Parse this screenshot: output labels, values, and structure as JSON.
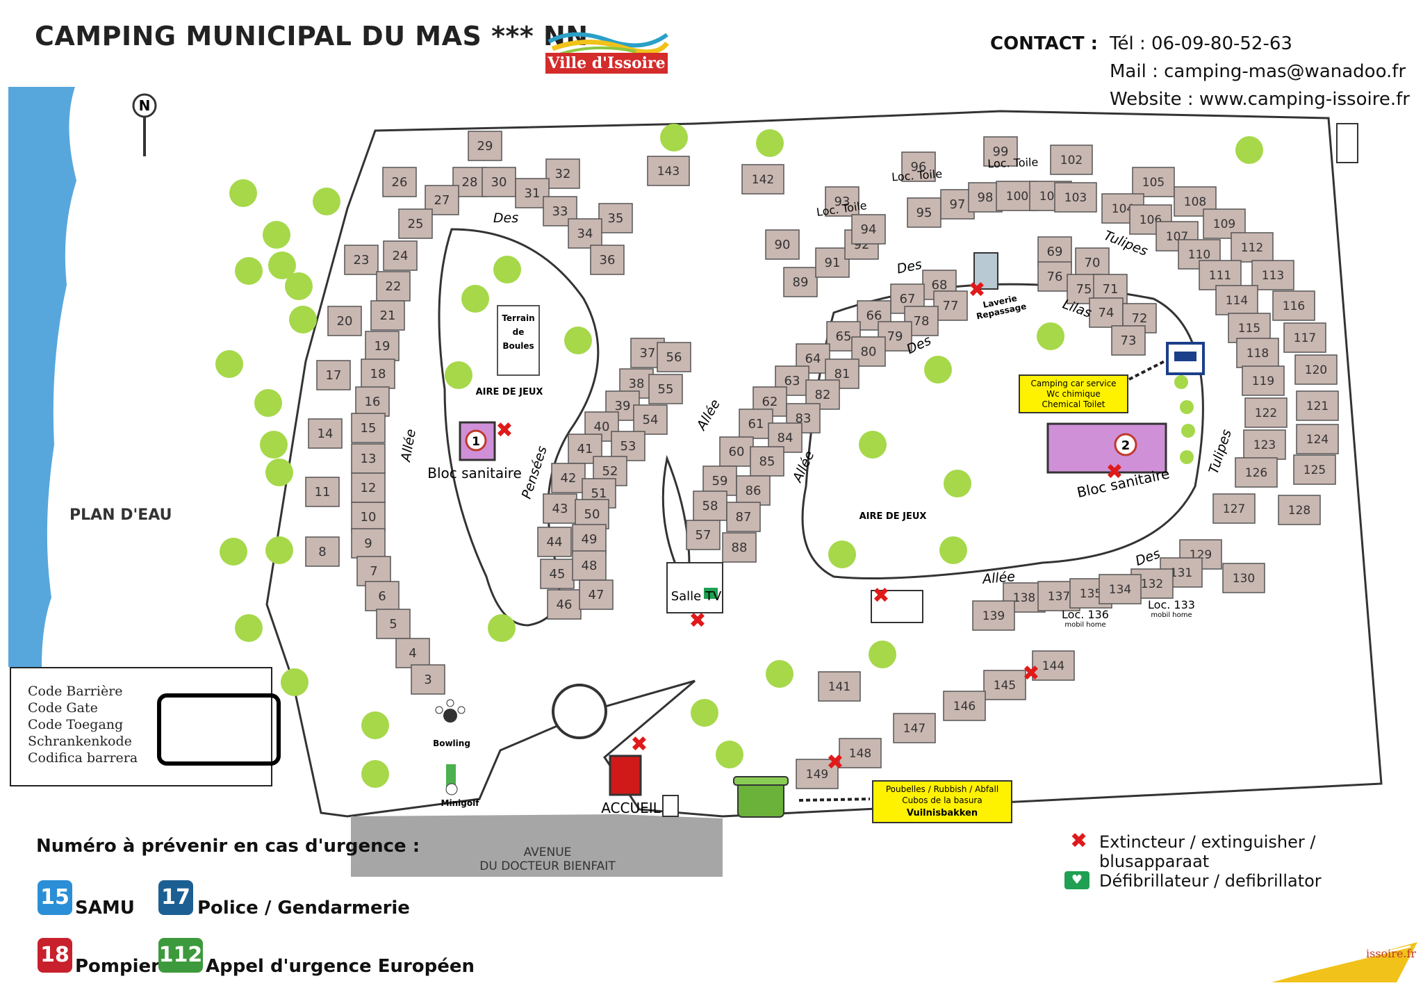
{
  "header": {
    "title": "CAMPING MUNICIPAL DU MAS *** NN",
    "logo_text": "Ville d'Issoire",
    "contact_label": "CONTACT :",
    "phone": "Tél : 06-09-80-52-63",
    "mail": "Mail : camping-mas@wanadoo.fr",
    "website": "Website : www.camping-issoire.fr"
  },
  "map": {
    "north": "N",
    "plan_deau": "PLAN D'EAU",
    "avenue": [
      "AVENUE",
      "DU DOCTEUR BIENFAIT"
    ],
    "terrain_boules": [
      "Terrain",
      "de",
      "Boules"
    ],
    "aire_de_jeux_1": "AIRE DE JEUX",
    "aire_de_jeux_2": "AIRE DE JEUX",
    "bloc_sanitaire_1": "Bloc sanitaire",
    "bloc_sanitaire_2": "Bloc sanitaire",
    "bloc_num_1": "1",
    "bloc_num_2": "2",
    "salle_tv": "Salle TV",
    "accueil": "ACCUEIL",
    "bowling": "Bowling",
    "minigolf": "Minigolf",
    "laverie": [
      "Laverie",
      "Repassage"
    ],
    "camping_car": [
      "Camping car service",
      "Wc chimique",
      "Chemical Toilet"
    ],
    "poubelles": [
      "Poubelles / Rubbish / Abfall",
      "Cubos de la basura",
      "Vuilnisbakken"
    ],
    "streets": {
      "des_1": "Des",
      "pensees": "Pensées",
      "allee_1": "Allée",
      "allee_2": "Allée",
      "allee_3": "Allée",
      "des_2": "Des",
      "des_3": "Des",
      "lilas": "Lilas",
      "tulipes_1": "Tulipes",
      "tulipes_2": "Tulipes",
      "des_4": "Des",
      "allee_4": "Allée"
    },
    "loc_labels": {
      "loc_93": "Loc. Toile",
      "loc_96": "Loc. Toile",
      "loc_99": "Loc. Toile",
      "loc_136": "Loc. 136",
      "loc_136_sub": "mobil home",
      "loc_133": "Loc. 133",
      "loc_133_sub": "mobil home"
    },
    "pitches": [
      "29",
      "26",
      "28",
      "30",
      "32",
      "27",
      "31",
      "33",
      "35",
      "25",
      "34",
      "36",
      "23",
      "24",
      "22",
      "20",
      "21",
      "19",
      "17",
      "18",
      "16",
      "14",
      "15",
      "13",
      "12",
      "11",
      "10",
      "9",
      "8",
      "7",
      "6",
      "5",
      "4",
      "3",
      "37",
      "56",
      "38",
      "55",
      "39",
      "54",
      "40",
      "53",
      "41",
      "52",
      "42",
      "51",
      "43",
      "50",
      "44",
      "49",
      "45",
      "48",
      "46",
      "47",
      "143",
      "142",
      "90",
      "89",
      "91",
      "92",
      "93",
      "94",
      "95",
      "96",
      "97",
      "98",
      "99",
      "100",
      "101",
      "103",
      "102",
      "105",
      "104",
      "106",
      "108",
      "107",
      "109",
      "110",
      "112",
      "111",
      "113",
      "114",
      "116",
      "115",
      "117",
      "118",
      "120",
      "119",
      "121",
      "122",
      "124",
      "123",
      "125",
      "126",
      "128",
      "127",
      "130",
      "129",
      "131",
      "132",
      "69",
      "70",
      "76",
      "75",
      "71",
      "74",
      "72",
      "73",
      "68",
      "67",
      "77",
      "66",
      "78",
      "65",
      "79",
      "80",
      "64",
      "81",
      "63",
      "82",
      "62",
      "83",
      "61",
      "84",
      "60",
      "85",
      "59",
      "86",
      "58",
      "87",
      "57",
      "88",
      "138",
      "137",
      "135",
      "134",
      "139",
      "141",
      "144",
      "145",
      "146",
      "147",
      "148",
      "149"
    ]
  },
  "legend": {
    "lines": [
      "Code Barrière",
      "Code Gate",
      "Code Toegang",
      "Schrankenkode",
      "Codifica barrera"
    ]
  },
  "emergency": {
    "title": "Numéro à prévenir en cas d'urgence :",
    "items": [
      {
        "number": "15",
        "label": "SAMU",
        "color": "#2a8fd6"
      },
      {
        "number": "17",
        "label": "Police / Gendarmerie",
        "color": "#1c5f93"
      },
      {
        "number": "18",
        "label": "Pompier",
        "color": "#c8202c"
      },
      {
        "number": "112",
        "label": "Appel d'urgence Européen",
        "color": "#3c9a3c"
      }
    ]
  },
  "symbols": {
    "extincteur": "Extincteur / extinguisher / blusapparaat",
    "defibrillateur": "Défibrillateur / defibrillator"
  },
  "footer_logo": "issoire.fr",
  "colors": {
    "pitch": "#c9b7b1",
    "pitch_border": "#555",
    "water": "#57a7dc",
    "tree": "#a6d84a",
    "road": "#a6a6a6",
    "extinguisher": "#e01a1a",
    "accueil": "#d01a1a",
    "sanitaire": "#d090d8",
    "note_bg": "#fff200"
  }
}
